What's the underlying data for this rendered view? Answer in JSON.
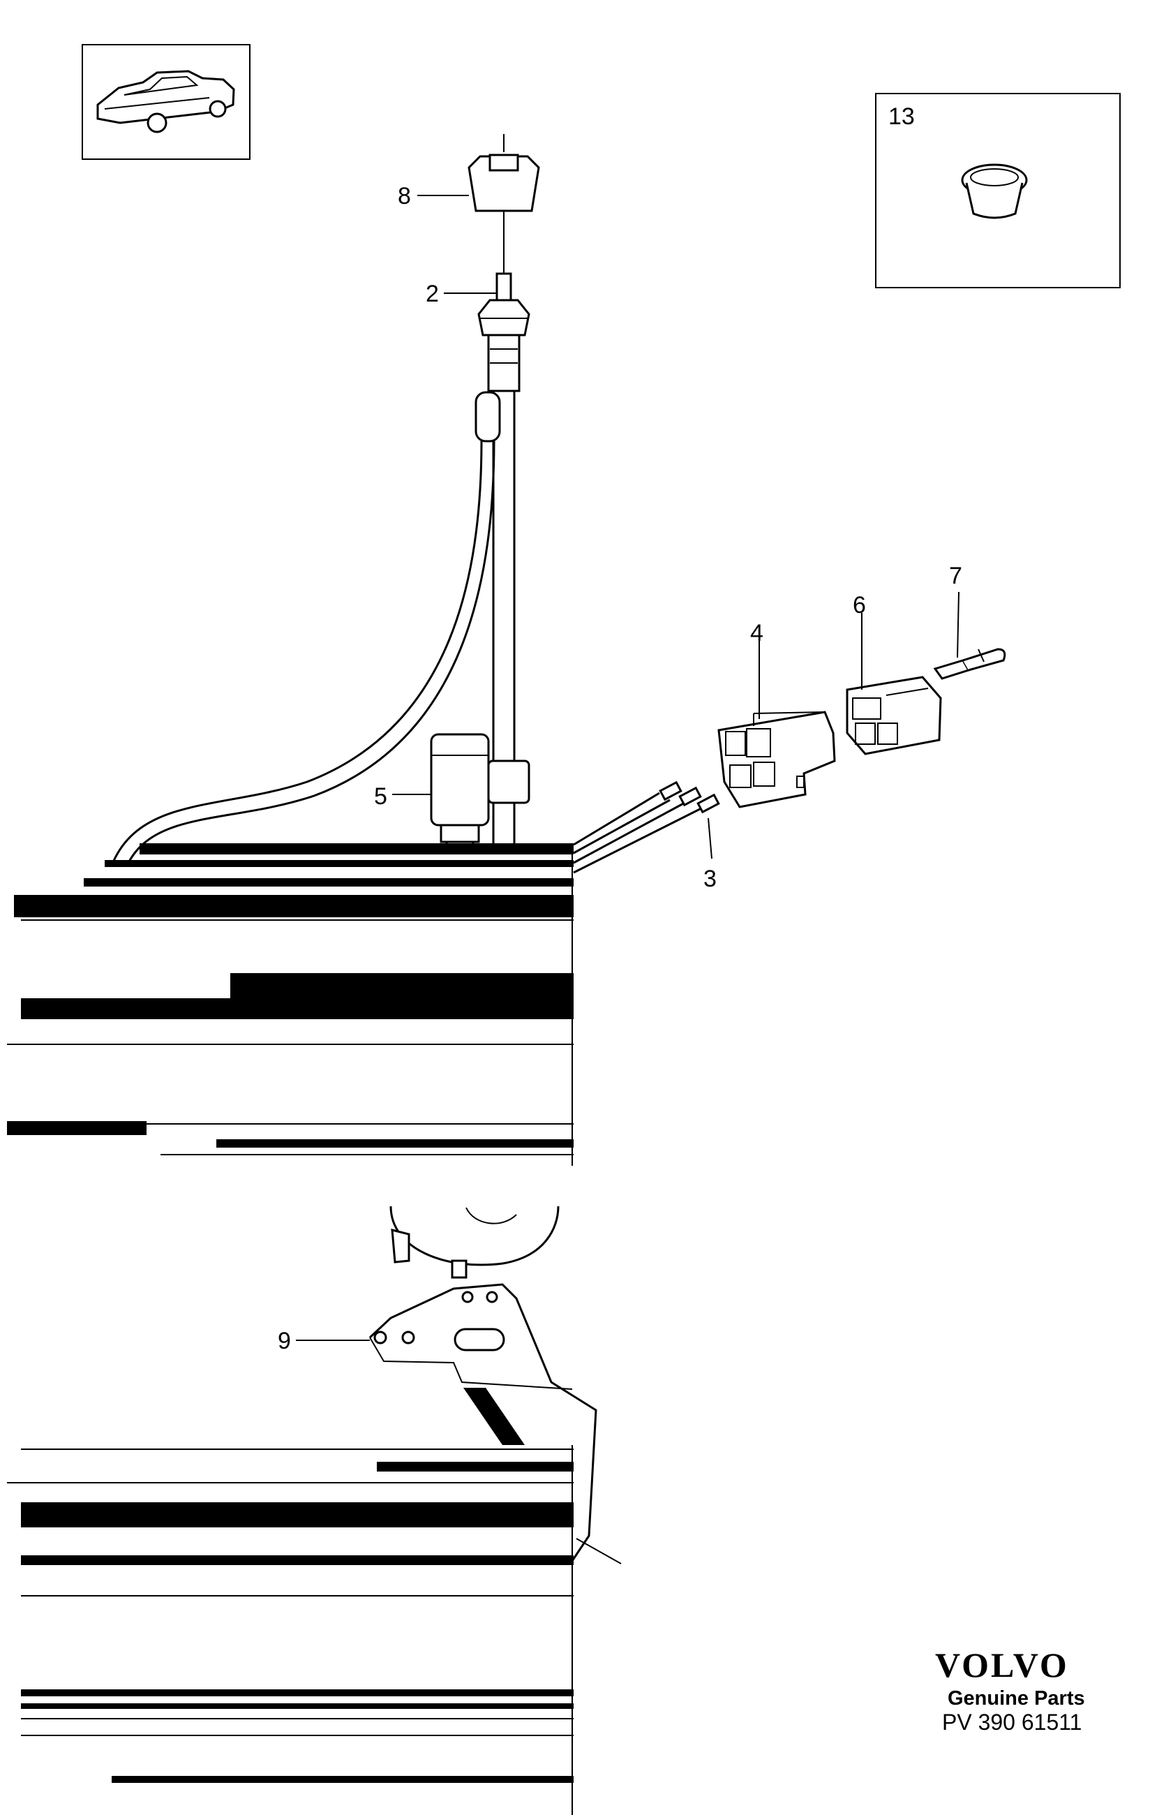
{
  "callouts": {
    "c13": "13",
    "c8": "8",
    "c2": "2",
    "c7": "7",
    "c6": "6",
    "c4": "4",
    "c5": "5",
    "c3": "3",
    "c9": "9"
  },
  "branding": {
    "logo": "VOLVO",
    "subtitle": "Genuine Parts",
    "code": "PV 390  61511"
  },
  "icons": {
    "vehicle": "car-thumbnail-icon"
  }
}
